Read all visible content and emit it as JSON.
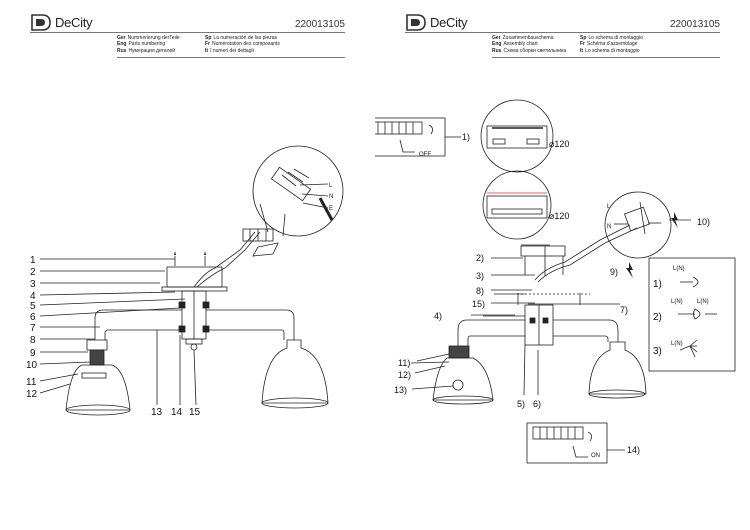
{
  "brand": {
    "name": "DeCity"
  },
  "left_page": {
    "code": "220013105",
    "legend": [
      {
        "lang": "Ger",
        "text": "Nummerierung derTeile"
      },
      {
        "lang": "Sp",
        "text": "La numeración de las piezas"
      },
      {
        "lang": "Eng",
        "text": "Parts numbering"
      },
      {
        "lang": "Fr",
        "text": "Numérotation des composants"
      },
      {
        "lang": "Rus",
        "text": "Нумерация деталей"
      },
      {
        "lang": "It",
        "text": "I numeri dei dettagli"
      }
    ],
    "part_labels": [
      "1",
      "2",
      "3",
      "4",
      "5",
      "6",
      "7",
      "8",
      "9",
      "10",
      "11",
      "12"
    ],
    "bottom_labels": [
      "13",
      "14",
      "15"
    ],
    "wire_letters": [
      "L",
      "N",
      "E"
    ]
  },
  "right_page": {
    "code": "220013105",
    "legend": [
      {
        "lang": "Ger",
        "text": "Zusammenbauschema"
      },
      {
        "lang": "Sp",
        "text": "Lo schema di montaggio"
      },
      {
        "lang": "Eng",
        "text": "Assembly chart"
      },
      {
        "lang": "Fr",
        "text": "Schéma d'assemblage"
      },
      {
        "lang": "Rus",
        "text": "Схема сборки светильника"
      },
      {
        "lang": "It",
        "text": "Lo schema di montaggio"
      }
    ],
    "switch_off": {
      "step": "1)",
      "state": "OFF"
    },
    "switch_on": {
      "step": "14)",
      "state": "ON"
    },
    "diameter_top": "⌀120",
    "diameter_bottom": "⌀120",
    "steps_left": [
      "2)",
      "3)",
      "8)",
      "15)",
      "4)",
      "11)",
      "12)",
      "13)"
    ],
    "steps_center": [
      "9)",
      "7)",
      "5)",
      "6)",
      "10)"
    ],
    "wiring_options": [
      {
        "step": "1)",
        "wires": [
          "L(N)"
        ]
      },
      {
        "step": "2)",
        "wires": [
          "L(N)",
          "L(N)"
        ]
      },
      {
        "step": "3)",
        "wires": [
          "L(N)"
        ]
      }
    ],
    "wire_letters": [
      "L",
      "N"
    ]
  }
}
